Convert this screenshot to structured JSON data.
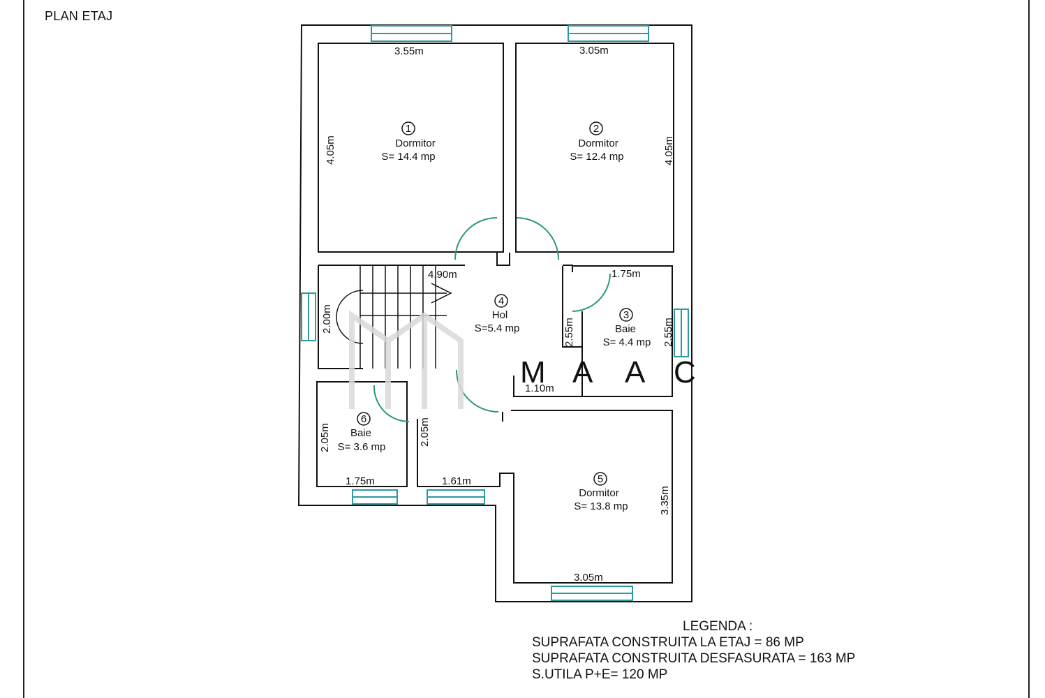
{
  "title": "PLAN ETAJ",
  "rooms": [
    {
      "number": "1",
      "name": "Dormitor",
      "area": "S= 14.4 mp"
    },
    {
      "number": "2",
      "name": "Dormitor",
      "area": "S= 12.4 mp"
    },
    {
      "number": "3",
      "name": "Baie",
      "area": "S= 4.4 mp"
    },
    {
      "number": "4",
      "name": "Hol",
      "area": "S=5.4 mp"
    },
    {
      "number": "5",
      "name": "Dormitor",
      "area": "S= 13.8 mp"
    },
    {
      "number": "6",
      "name": "Baie",
      "area": "S= 3.6 mp"
    }
  ],
  "dimensions": {
    "room1_width": "3.55m",
    "room1_height": "4.05m",
    "room2_width": "3.05m",
    "room2_height": "4.05m",
    "stair_length": "4.90m",
    "stair_height": "2.00m",
    "hol_height": "2.55m",
    "hol_small": "1.10m",
    "room3_width": "1.75m",
    "room3_height": "2.55m",
    "room6_height": "2.05m",
    "room6_width": "1.75m",
    "corridor_width": "1.61m",
    "corridor_height": "2.05m",
    "room5_height": "3.35m",
    "room5_width": "3.05m"
  },
  "watermark": {
    "letters": [
      "M",
      "A",
      "A",
      "C"
    ]
  },
  "legend": {
    "heading": "LEGENDA :",
    "lines": [
      "SUPRAFATA CONSTRUITA LA ETAJ = 86 MP",
      "SUPRAFATA CONSTRUITA DESFASURATA = 163 MP",
      "S.UTILA P+E= 120 MP"
    ]
  },
  "colors": {
    "wall": "#111111",
    "window": "#2a9a9e",
    "door": "#2a9a6a",
    "watermark": "#e2e2e2"
  }
}
